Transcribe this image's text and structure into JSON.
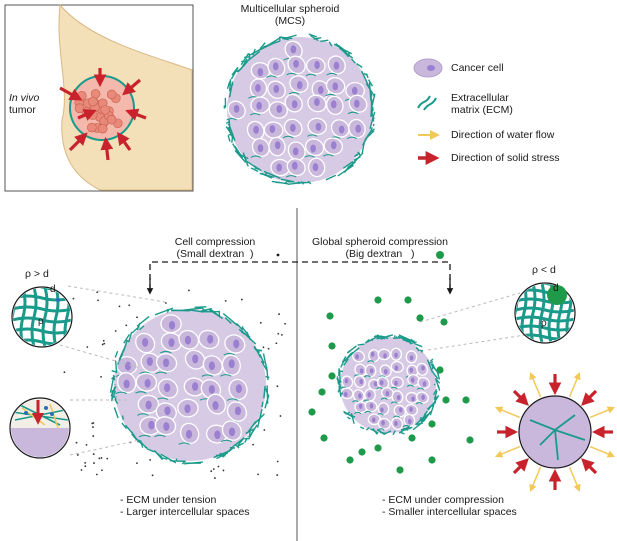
{
  "title": {
    "line1": "Multicellular spheroid",
    "line2": "(MCS)"
  },
  "tumor_label": {
    "italic": "In vivo",
    "plain": "tumor"
  },
  "legend": {
    "cancer_cell": "Cancer cell",
    "ecm_line1": "Extracellular",
    "ecm_line2": "matrix (ECM)",
    "water_flow": "Direction of water flow",
    "solid_stress": "Direction of solid stress"
  },
  "left_panel": {
    "heading_line1": "Cell compression",
    "heading_line2": "(Small dextran",
    "heading_line2_close": ")",
    "inset_relation": "ρ > d",
    "inset_d": "d",
    "inset_rho": "ρ",
    "bullet1": "- ECM under tension",
    "bullet2": "- Larger intercellular spaces"
  },
  "right_panel": {
    "heading_line1": "Global spheroid compression",
    "heading_line2": "(Big dextran",
    "heading_line2_close": ")",
    "inset_relation": "ρ < d",
    "inset_d": "d",
    "inset_rho": "ρ",
    "bullet1": "- ECM under compression",
    "bullet2": "- Smaller intercellular spaces"
  },
  "colors": {
    "ecm": "#1a9a8a",
    "cell": "#c9b8dc",
    "nucleus": "#9b7fd0",
    "solid_stress": "#c8232c",
    "water_flow": "#f3c85a",
    "dextran_big": "#1e9a4a",
    "tumor_tissue": "#f3dfb8",
    "tumor_cells": "#e8897a"
  },
  "icons": {
    "cancer_cell": "cancer-cell-icon",
    "ecm": "ecm-fiber-icon",
    "water_flow": "yellow-arrow-icon",
    "solid_stress": "red-arrow-icon"
  }
}
